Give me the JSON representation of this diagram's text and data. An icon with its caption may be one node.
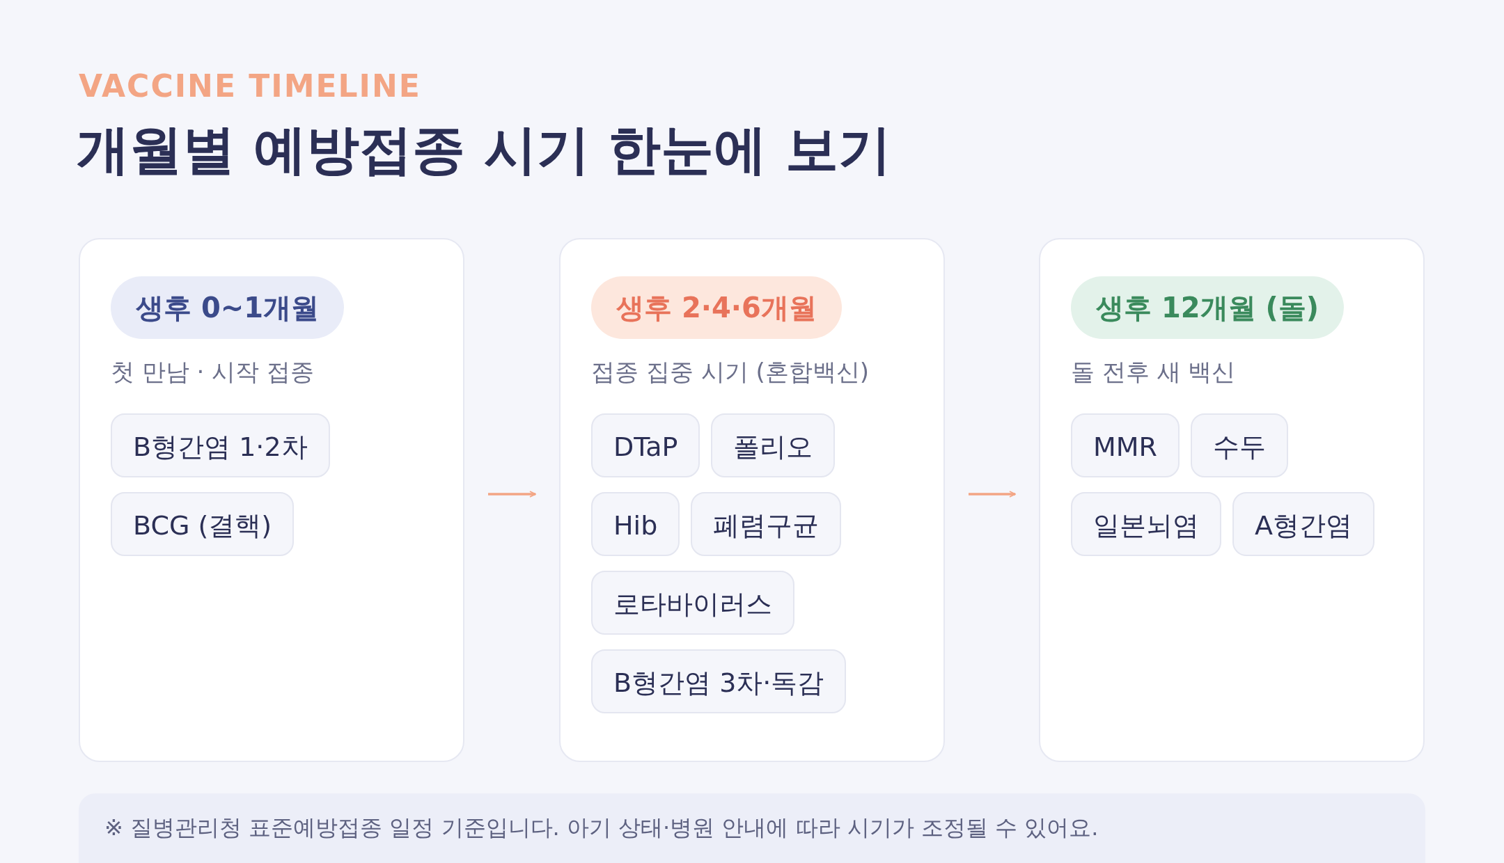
{
  "diagram": {
    "title": "개월별 예방접종 시기 한눈에 보기",
    "caption": "※ 질병관리청 표준예방접종 일정 기준입니다. 아기 상태·병원 안내에 따라 시기가 조정될 수 있어요.",
    "labels": [
      "VACCINE TIMELINE"
    ],
    "nodes": [
      {
        "text": [
          "생후 0~1개월",
          "첫 만남 · 시작 접종"
        ]
      },
      {
        "text": [
          "B형간염 1·2차"
        ],
        "in": 0
      },
      {
        "text": [
          "BCG (결핵)"
        ],
        "in": 0
      },
      {
        "text": [
          "생후 2·4·6개월",
          "접종 집중 시기 (혼합백신)"
        ]
      },
      {
        "text": [
          "DTaP"
        ],
        "in": 3
      },
      {
        "text": [
          "폴리오"
        ],
        "in": 3
      },
      {
        "text": [
          "Hib"
        ],
        "in": 3
      },
      {
        "text": [
          "폐렴구균"
        ],
        "in": 3
      },
      {
        "text": [
          "로타바이러스"
        ],
        "in": 3
      },
      {
        "text": [
          "B형간염 3차·독감"
        ],
        "in": 3
      },
      {
        "text": [
          "생후 12개월 (돌)",
          "돌 전후 새 백신"
        ]
      },
      {
        "text": [
          "MMR"
        ],
        "in": 10
      },
      {
        "text": [
          "수두"
        ],
        "in": 10
      },
      {
        "text": [
          "일본뇌염"
        ],
        "in": 10
      },
      {
        "text": [
          "A형간염"
        ],
        "in": 10
      }
    ],
    "edges": [
      {
        "from": 0,
        "to": 3,
        "arrow": "to"
      },
      {
        "from": 3,
        "to": 10,
        "arrow": "to"
      }
    ]
  }
}
